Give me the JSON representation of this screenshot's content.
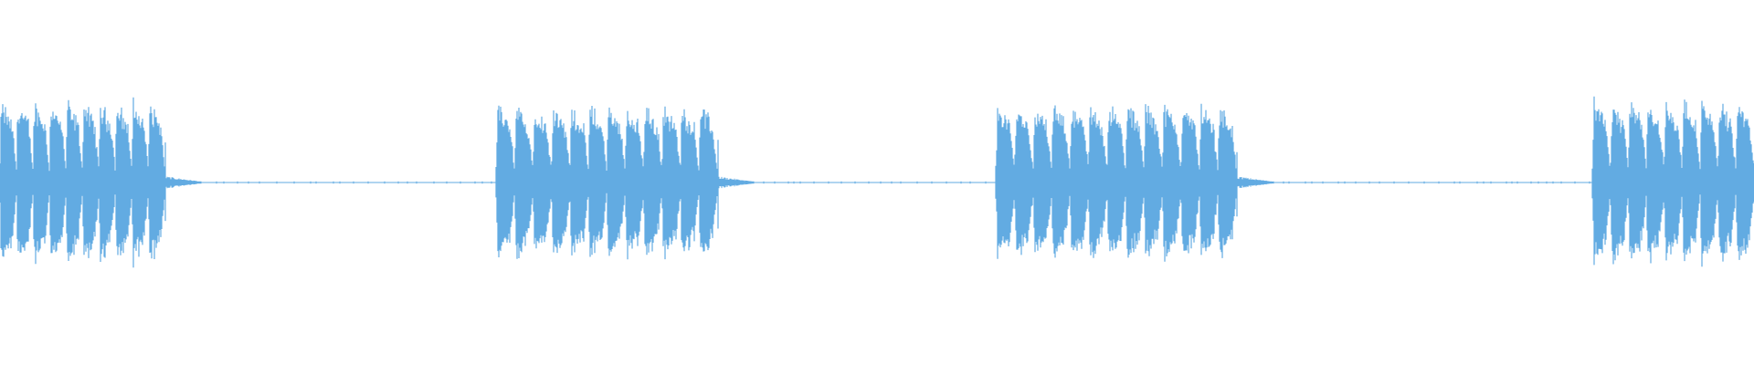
{
  "waveform": {
    "color": "#62ABE2",
    "background": "#FFFFFF",
    "segments": [
      {
        "kind": "burst",
        "start": 0.0,
        "end": 0.094,
        "pulses": 10,
        "level": 0.95
      },
      {
        "kind": "silence",
        "start": 0.094,
        "end": 0.283,
        "level": 0.01
      },
      {
        "kind": "burst",
        "start": 0.283,
        "end": 0.409,
        "pulses": 12,
        "level": 0.9
      },
      {
        "kind": "silence",
        "start": 0.409,
        "end": 0.568,
        "level": 0.01
      },
      {
        "kind": "burst",
        "start": 0.568,
        "end": 0.705,
        "pulses": 13,
        "level": 0.92
      },
      {
        "kind": "silence",
        "start": 0.705,
        "end": 0.908,
        "level": 0.01
      },
      {
        "kind": "burst",
        "start": 0.908,
        "end": 1.0,
        "pulses": 9,
        "level": 0.95
      }
    ]
  }
}
